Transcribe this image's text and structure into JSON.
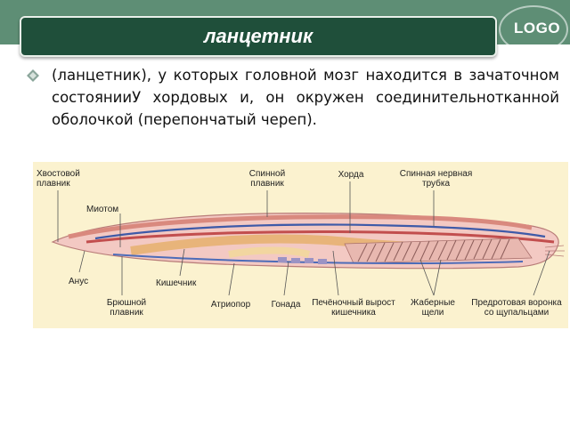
{
  "header": {
    "logo": "LOGO",
    "title": "ланцетник"
  },
  "body": {
    "paragraph": "(ланцетник), у которых головной мозг находится в зачаточном состоянииУ хордовых и, он окружен соединительнотканной оболочкой (перепончатый череп)."
  },
  "figure": {
    "labels": {
      "tail_fin": "Хвостовой плавник",
      "myotome": "Миотом",
      "dorsal_fin": "Спинной плавник",
      "chord": "Хорда",
      "neural_tube": "Спинная нервная трубка",
      "anus": "Анус",
      "ventral_fin": "Брюшной плавник",
      "intestine": "Кишечник",
      "atriopore": "Атриопор",
      "gonad": "Гонада",
      "liver_outgrowth": "Печёночный вырост кишечника",
      "gill_slits": "Жаберные щели",
      "preoral_funnel": "Предротовая воронка со щупальцами"
    }
  },
  "colors": {
    "band": "#5e8e75",
    "title_bar": "#1f4f3a",
    "figure_bg": "#fbf2cf"
  }
}
